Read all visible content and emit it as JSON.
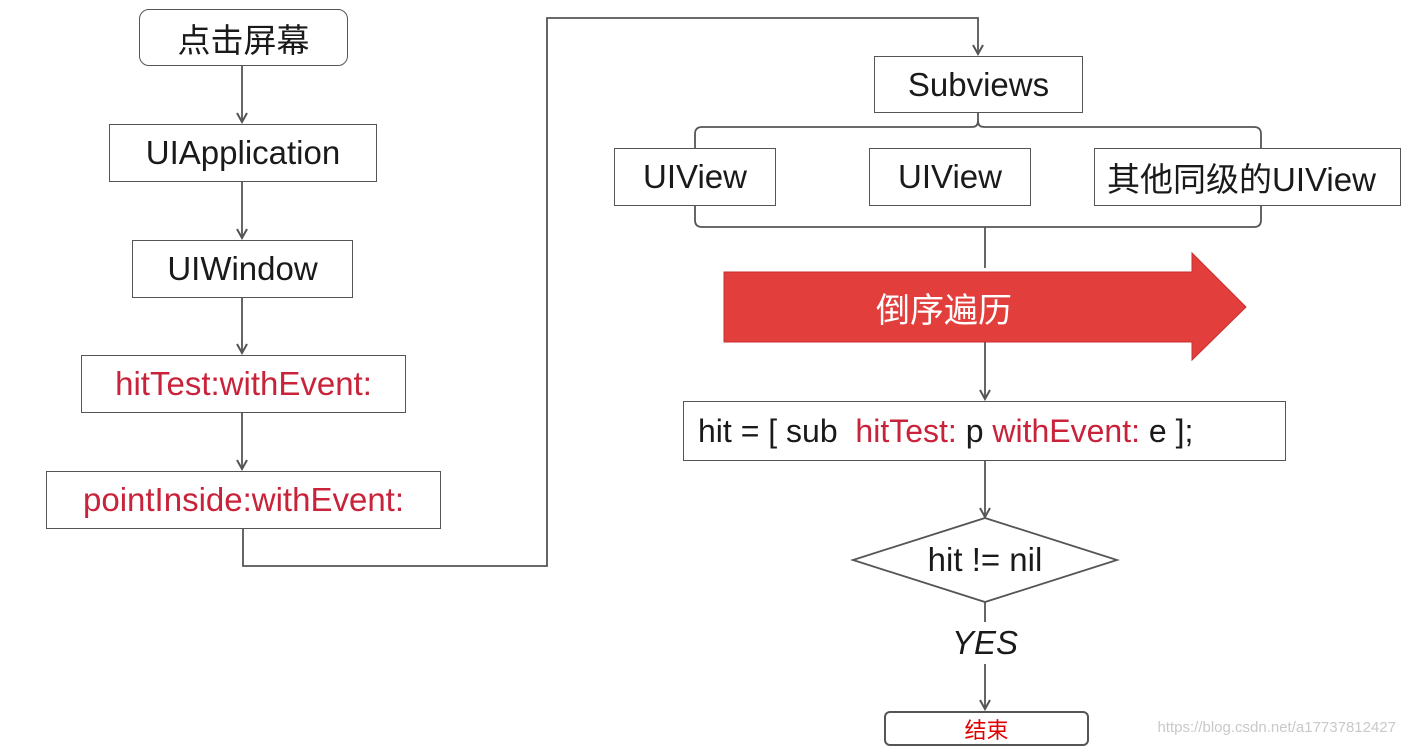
{
  "left_chain": [
    "点击屏幕",
    "UIApplication",
    "UIWindow",
    "hitTest:withEvent:",
    "pointInside:withEvent:"
  ],
  "right": {
    "subviews": "Subviews",
    "views": [
      "UIView",
      "UIView",
      "其他同级的UIView"
    ],
    "traverse_arrow": "倒序遍历",
    "code": {
      "part1": "hit = [ sub  ",
      "hittest": "hitTest:",
      "part2": " p ",
      "withevent": "withEvent:",
      "part3": " e ];"
    },
    "condition": "hit != nil",
    "yes": "YES",
    "end": "结束"
  },
  "watermark": "https://blog.csdn.net/a17737812427",
  "colors": {
    "red_text": "#c8233a",
    "arrow_fill": "#e23e3c",
    "line": "#555555"
  }
}
